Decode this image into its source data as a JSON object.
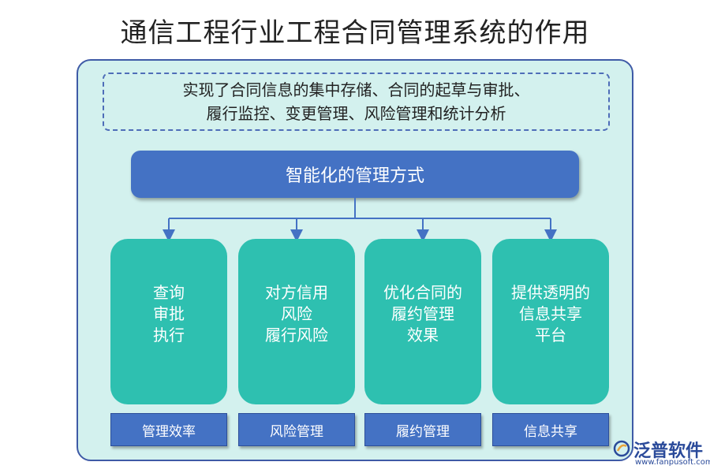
{
  "title": "通信工程行业工程合同管理系统的作用",
  "summary": {
    "line1": "实现了合同信息的集中存储、合同的起草与审批、",
    "line2": "履行监控、变更管理、风险管理和统计分析"
  },
  "header": "智能化的管理方式",
  "cards": [
    {
      "lines": [
        "查询",
        "审批",
        "执行"
      ],
      "tag": "管理效率"
    },
    {
      "lines": [
        "对方信用",
        "风险",
        "履行风险"
      ],
      "tag": "风险管理"
    },
    {
      "lines": [
        "优化合同的",
        "履约管理",
        "效果"
      ],
      "tag": "履约管理"
    },
    {
      "lines": [
        "提供透明的",
        "信息共享",
        "平台"
      ],
      "tag": "信息共享"
    }
  ],
  "logo": {
    "name": "泛普软件",
    "url": "www.fanpusoft.com"
  },
  "colors": {
    "panel_bg": "#d3f1ee",
    "panel_border": "#3e5aa6",
    "header_bg": "#4472c4",
    "card_bg": "#2ec0b0",
    "tag_bg": "#4472c4"
  }
}
